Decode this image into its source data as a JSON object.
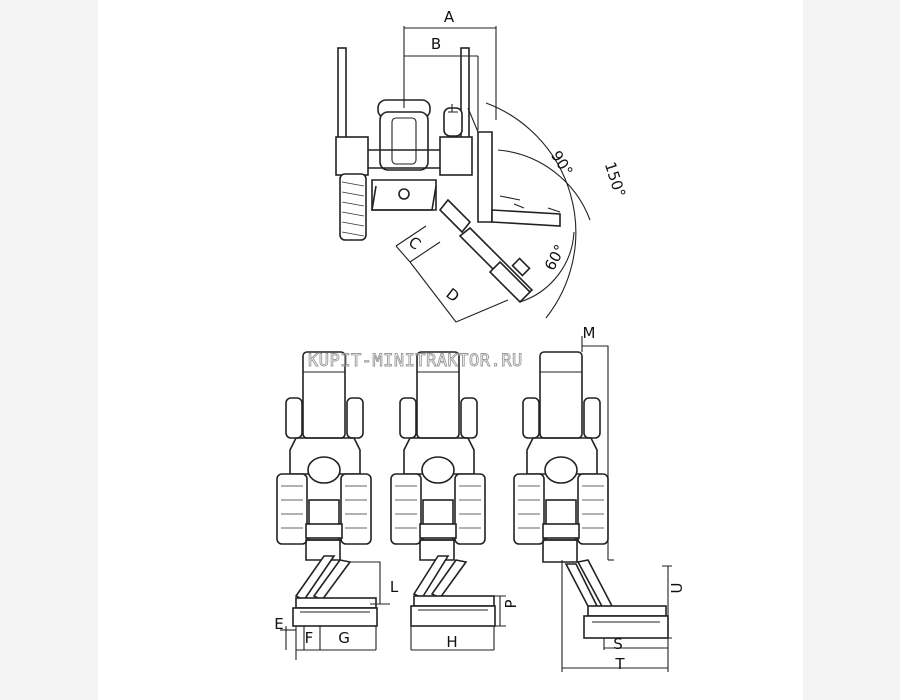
{
  "colors": {
    "line": "#222222",
    "background": "#ffffff",
    "side_margin": "#f4f4f4",
    "watermark": "#9a9a9a"
  },
  "watermark": "KUPIT-MINITRAKTOR.RU",
  "top_view": {
    "dimensions": {
      "a": "A",
      "b": "B",
      "c": "C",
      "d": "D"
    },
    "angles": {
      "a90": "90°",
      "a150": "150°",
      "a60": "60°"
    }
  },
  "bottom_view": {
    "dimensions": {
      "e": "E",
      "f": "F",
      "g": "G",
      "l": "L",
      "h": "H",
      "p": "P",
      "m": "M",
      "u": "U",
      "s": "S",
      "t": "T"
    }
  }
}
